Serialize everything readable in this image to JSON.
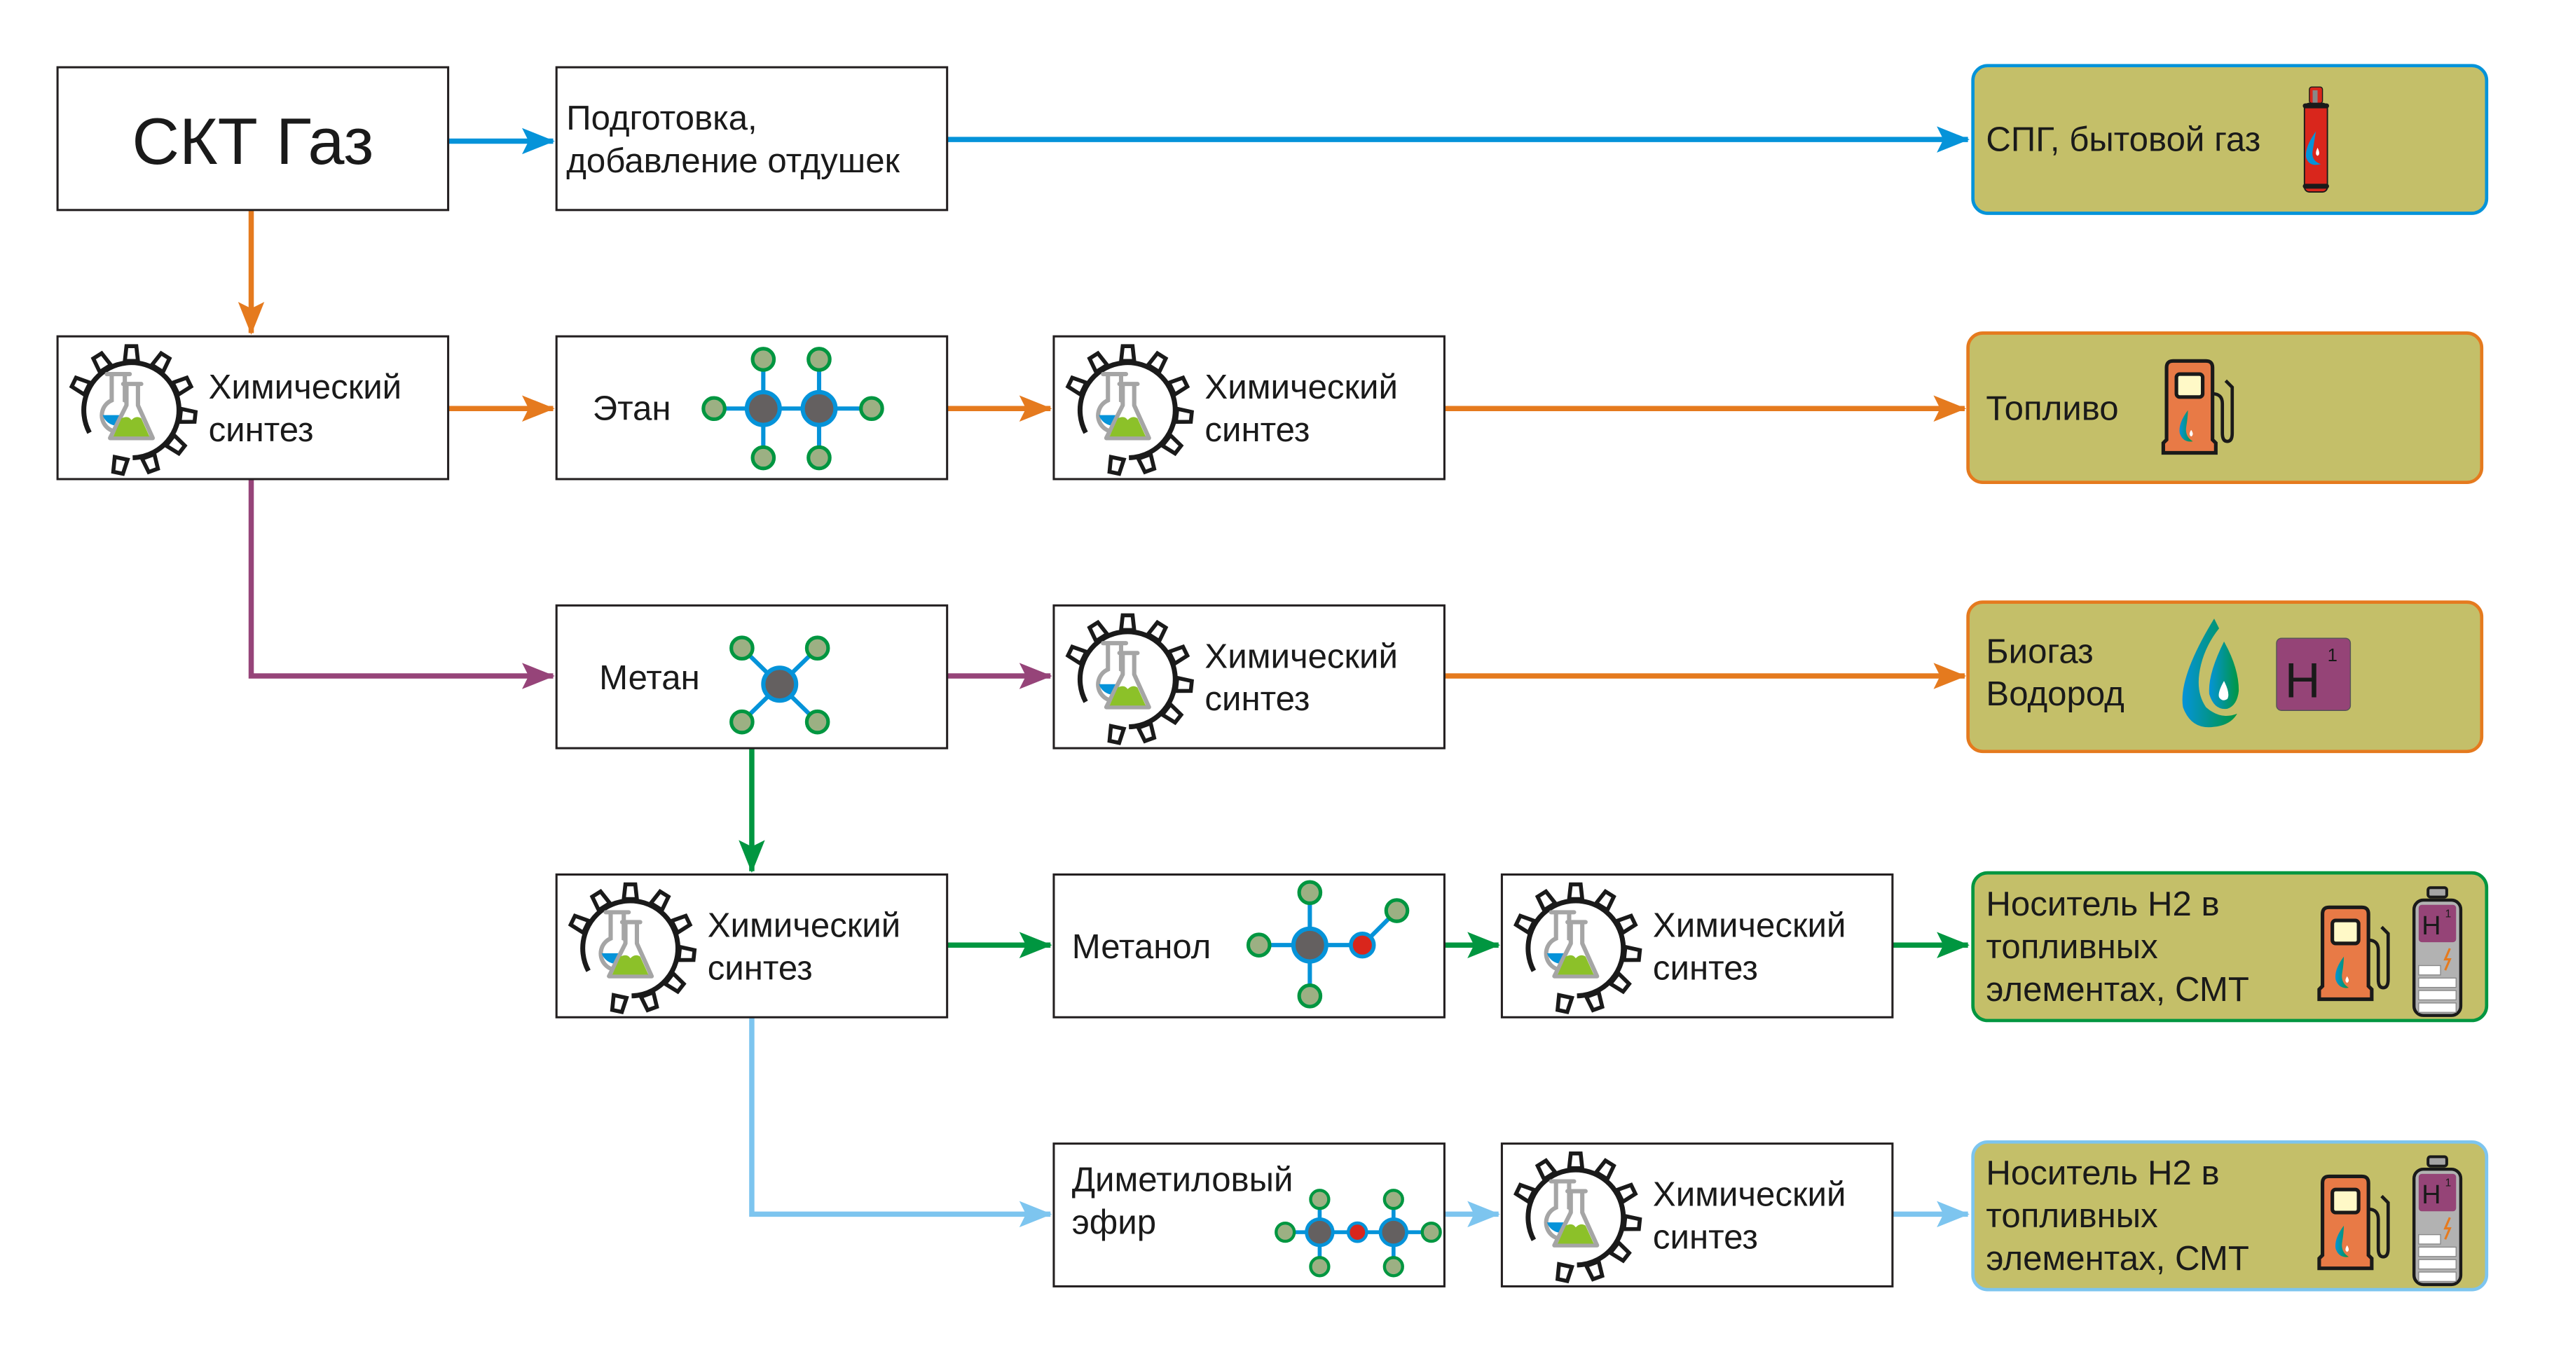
{
  "diagram": {
    "source": {
      "label": "СКТ Газ"
    },
    "colors": {
      "blue": "#0593d9",
      "orange": "#e57a1e",
      "purple": "#964479",
      "green": "#009640",
      "light_blue": "#7dc5ef",
      "output_fill": "#c4bf69",
      "h_tile": "#954477",
      "pump": "#e87a46"
    },
    "nodes": {
      "prep": {
        "lines": [
          "Подготовка,",
          "добавление отдушек"
        ]
      },
      "spg": {
        "label": "СПГ, бытовой газ",
        "icon": "gas-cylinder-icon"
      },
      "chem1": {
        "lines": [
          "Химический",
          "синтез"
        ],
        "icon": "chemistry-gear-icon"
      },
      "ethane": {
        "label": "Этан",
        "icon": "ethane-molecule-icon"
      },
      "chem2": {
        "lines": [
          "Химический",
          "синтез"
        ],
        "icon": "chemistry-gear-icon"
      },
      "fuel": {
        "label": "Топливо",
        "icon": "fuel-pump-icon"
      },
      "methane": {
        "label": "Метан",
        "icon": "methane-molecule-icon"
      },
      "chem3": {
        "lines": [
          "Химический",
          "синтез"
        ],
        "icon": "chemistry-gear-icon"
      },
      "biogas": {
        "lines": [
          "Биогаз",
          "Водород"
        ],
        "icon": "drop-icon",
        "element_symbol": "H",
        "element_number": "1"
      },
      "chem4": {
        "lines": [
          "Химический",
          "синтез"
        ],
        "icon": "chemistry-gear-icon"
      },
      "methanol": {
        "label": "Метанол",
        "icon": "methanol-molecule-icon"
      },
      "chem5": {
        "lines": [
          "Химический",
          "синтез"
        ],
        "icon": "chemistry-gear-icon"
      },
      "carrier1": {
        "lines": [
          "Носитель Н2 в",
          "топливных",
          "элементах, СМТ"
        ],
        "icon": "fuel-pump-hydrogen-tank-icon",
        "element_symbol": "H",
        "element_number": "1"
      },
      "dme": {
        "lines": [
          "Диметиловый",
          "эфир"
        ],
        "icon": "dimethyl-ether-molecule-icon"
      },
      "chem6": {
        "lines": [
          "Химический",
          "синтез"
        ],
        "icon": "chemistry-gear-icon"
      },
      "carrier2": {
        "lines": [
          "Носитель Н2 в",
          "топливных",
          "элементах, СМТ"
        ],
        "icon": "fuel-pump-hydrogen-tank-icon",
        "element_symbol": "H",
        "element_number": "1"
      }
    },
    "edges": [
      {
        "from": "СКТ Газ",
        "to": "Подготовка, добавление отдушек",
        "color": "blue"
      },
      {
        "from": "Подготовка, добавление отдушек",
        "to": "СПГ, бытовой газ",
        "color": "blue"
      },
      {
        "from": "СКТ Газ",
        "to": "Химический синтез (1)",
        "color": "orange"
      },
      {
        "from": "Химический синтез (1)",
        "to": "Этан",
        "color": "orange"
      },
      {
        "from": "Этан",
        "to": "Химический синтез (2)",
        "color": "orange"
      },
      {
        "from": "Химический синтез (2)",
        "to": "Топливо",
        "color": "orange"
      },
      {
        "from": "Химический синтез (1)",
        "to": "Метан",
        "color": "purple"
      },
      {
        "from": "Метан",
        "to": "Химический синтез (3)",
        "color": "purple"
      },
      {
        "from": "Химический синтез (3)",
        "to": "Биогаз / Водород",
        "color": "orange"
      },
      {
        "from": "Метан",
        "to": "Химический синтез (4)",
        "color": "green"
      },
      {
        "from": "Химический синтез (4)",
        "to": "Метанол",
        "color": "green"
      },
      {
        "from": "Метанол",
        "to": "Химический синтез (5)",
        "color": "green"
      },
      {
        "from": "Химический синтез (5)",
        "to": "Носитель Н2 (1)",
        "color": "green"
      },
      {
        "from": "Химический синтез (4)",
        "to": "Диметиловый эфир",
        "color": "light_blue"
      },
      {
        "from": "Диметиловый эфир",
        "to": "Химический синтез (6)",
        "color": "light_blue"
      },
      {
        "from": "Химический синтез (6)",
        "to": "Носитель Н2 (2)",
        "color": "light_blue"
      }
    ]
  }
}
